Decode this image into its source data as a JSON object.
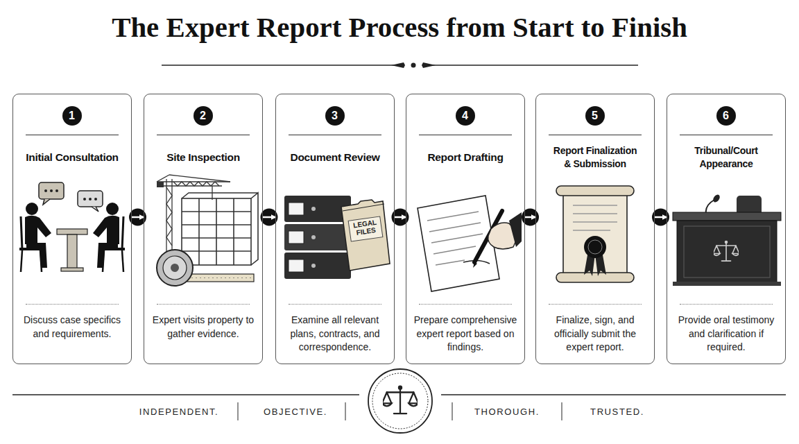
{
  "diagram": {
    "title": "The Expert Report Process from Start to Finish",
    "nodes": [
      {
        "text": [
          "Initial Consultation",
          "Discuss case specifics and requirements."
        ]
      },
      {
        "text": [
          "1"
        ],
        "in": 0
      },
      {
        "text": [
          "Site Inspection",
          "Expert visits property to gather evidence."
        ]
      },
      {
        "text": [
          "2"
        ],
        "in": 2
      },
      {
        "text": [
          "Document Review",
          "Examine all relevant plans, contracts, and correspondence."
        ]
      },
      {
        "text": [
          "3"
        ],
        "in": 4
      },
      {
        "text": [
          "Report Drafting",
          "Prepare comprehensive expert report based on findings."
        ]
      },
      {
        "text": [
          "4"
        ],
        "in": 6
      },
      {
        "text": [
          "Report Finalization & Submission",
          "Finalize, sign, and officially submit the expert report."
        ]
      },
      {
        "text": [
          "5"
        ],
        "in": 8
      },
      {
        "text": [
          "Tribunal/Court Appearance",
          "Provide oral testimony and clarification if required."
        ]
      },
      {
        "text": [
          "6"
        ],
        "in": 10
      }
    ],
    "edges": [
      {
        "from": 0,
        "to": 2,
        "arrow": "to"
      },
      {
        "from": 2,
        "to": 4,
        "arrow": "to"
      },
      {
        "from": 4,
        "to": 6,
        "arrow": "to"
      },
      {
        "from": 6,
        "to": 8,
        "arrow": "to"
      },
      {
        "from": 8,
        "to": 10,
        "arrow": "to"
      }
    ],
    "labels": [
      "LEGAL FILES",
      "INDEPENDENT.",
      "OBJECTIVE.",
      "THOROUGH.",
      "TRUSTED."
    ]
  }
}
